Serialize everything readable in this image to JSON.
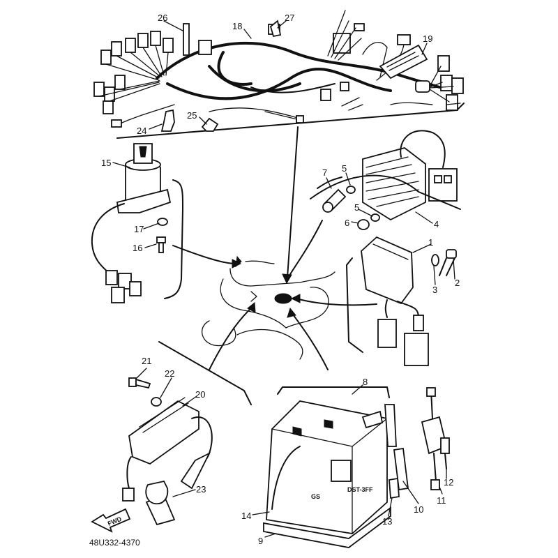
{
  "diagram": {
    "part_code": "48U332-4370",
    "fwd_label": "FWD",
    "battery_marking": "GS",
    "callouts": [
      "1",
      "2",
      "3",
      "4",
      "5",
      "5",
      "6",
      "7",
      "8",
      "9",
      "10",
      "11",
      "12",
      "13",
      "14",
      "15",
      "16",
      "17",
      "18",
      "19",
      "20",
      "21",
      "22",
      "23",
      "24",
      "25",
      "26",
      "27"
    ]
  }
}
